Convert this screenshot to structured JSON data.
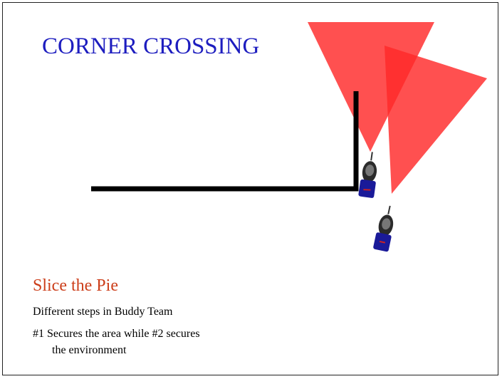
{
  "slide": {
    "title": "CORNER CROSSING",
    "subtitle": "Slice the Pie",
    "body": [
      "Different  steps in Buddy Team",
      "#1 Secures the area while #2 secures",
      "the environment"
    ]
  },
  "colors": {
    "title": "#1d1dbf",
    "subtitle": "#cc3e1a",
    "cone": "#ff2a2a",
    "wall": "#000000",
    "figure_body": "#1a1a99"
  },
  "icons": {
    "figure": "soldier-topdown-icon",
    "field_of_view": "field-of-view-cone"
  }
}
